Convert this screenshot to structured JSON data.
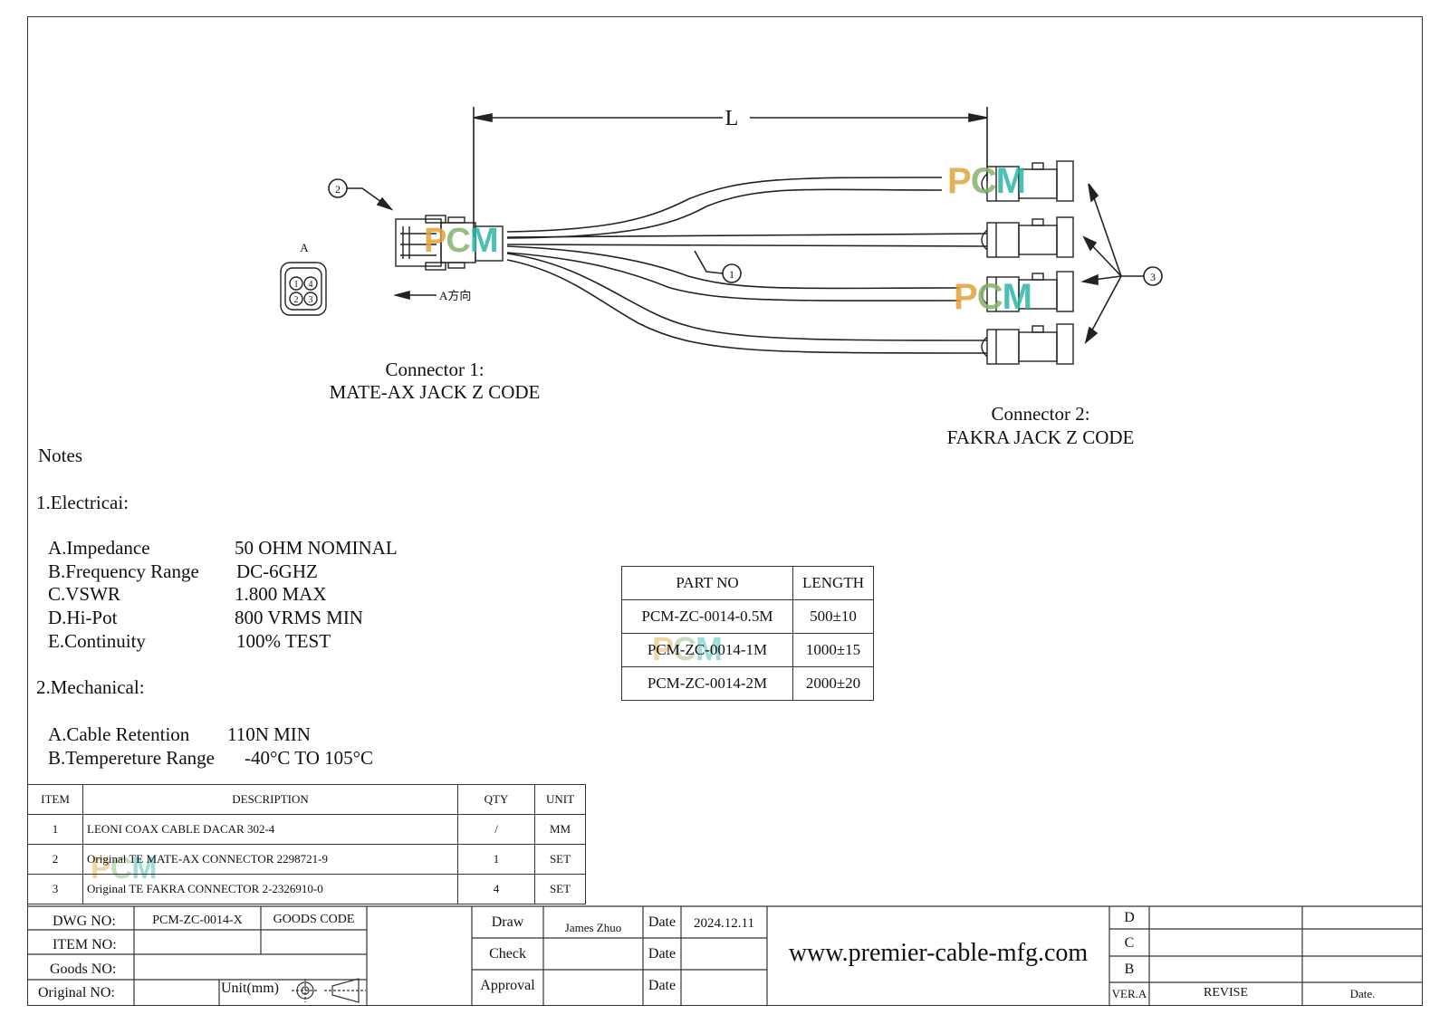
{
  "drawing": {
    "dimension_label": "L",
    "view_label": "A",
    "direction_label": "A方向",
    "callouts": [
      "1",
      "2",
      "3"
    ],
    "pin_numbers": [
      "1",
      "4",
      "2",
      "3"
    ],
    "connector1_title": "Connector 1:",
    "connector1_name": "MATE-AX JACK Z CODE",
    "connector2_title": "Connector 2:",
    "connector2_name": "FAKRA JACK Z CODE",
    "watermark": [
      "P",
      "C",
      "M"
    ]
  },
  "notes": {
    "heading": "Notes",
    "electrical_heading": "1.Electricai:",
    "electrical": [
      {
        "name": "A.Impedance",
        "value": "50 OHM NOMINAL"
      },
      {
        "name": "B.Frequency Range",
        "value": "DC-6GHZ"
      },
      {
        "name": "C.VSWR",
        "value": "1.800 MAX"
      },
      {
        "name": "D.Hi-Pot",
        "value": "800 VRMS MIN"
      },
      {
        "name": "E.Continuity",
        "value": "100% TEST"
      }
    ],
    "mechanical_heading": "2.Mechanical:",
    "mechanical": [
      {
        "name": "A.Cable Retention",
        "value": "110N MIN"
      },
      {
        "name": "B.Tempereture Range",
        "value": "-40°C TO 105°C"
      }
    ]
  },
  "parts_table": {
    "headers": [
      "PART NO",
      "LENGTH"
    ],
    "rows": [
      [
        "PCM-ZC-0014-0.5M",
        "500±10"
      ],
      [
        "PCM-ZC-0014-1M",
        "1000±15"
      ],
      [
        "PCM-ZC-0014-2M",
        "2000±20"
      ]
    ]
  },
  "bom": {
    "headers": [
      "ITEM",
      "DESCRIPTION",
      "QTY",
      "UNIT"
    ],
    "rows": [
      [
        "1",
        "LEONI COAX CABLE DACAR 302-4",
        "/",
        "MM"
      ],
      [
        "2",
        "Original TE MATE-AX CONNECTOR 2298721-9",
        "1",
        "SET"
      ],
      [
        "3",
        "Original TE FAKRA CONNECTOR 2-2326910-0",
        "4",
        "SET"
      ]
    ]
  },
  "title_block": {
    "dwg_no_label": "DWG NO:",
    "dwg_no": "PCM-ZC-0014-X",
    "goods_code_label": "GOODS CODE",
    "item_no_label": "ITEM NO:",
    "goods_no_label": "Goods NO:",
    "original_no_label": "Original NO:",
    "unit_label": "Unit(mm)",
    "draw_label": "Draw",
    "drawer": "James Zhuo",
    "check_label": "Check",
    "approval_label": "Approval",
    "date_label": "Date",
    "date": "2024.12.11",
    "website": "www.premier-cable-mfg.com",
    "revisions": [
      "D",
      "C",
      "B"
    ],
    "ver_label": "VER.A",
    "revise_label": "REVISE",
    "date_col_label": "Date."
  }
}
